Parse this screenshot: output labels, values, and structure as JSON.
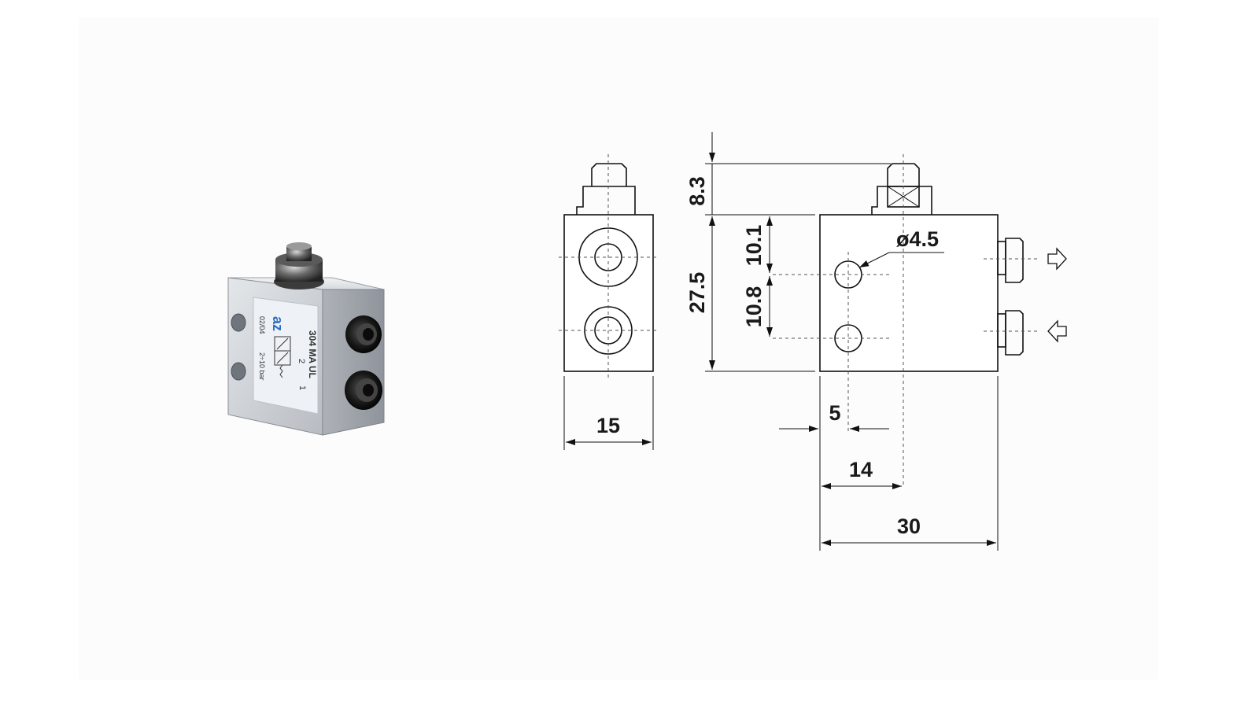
{
  "product": {
    "logo": "az",
    "model": "304 MA UL",
    "date_code": "02/04",
    "pressure": "2÷10 bar",
    "port_2": "2",
    "port_1": "1"
  },
  "dimensions": {
    "stem_height": "8.3",
    "body_height": "27.5",
    "upper_hole_offset": "10.1",
    "hole_spacing": "10.8",
    "hole_diameter": "ø4.5",
    "body_depth": "15",
    "hole_edge_offset": "5",
    "stem_offset": "14",
    "body_width": "30"
  },
  "colors": {
    "line": "#111111",
    "body_metal": "#c9ccd1",
    "label_bg": "#eef2f6",
    "fitting": "#1b1b1b"
  }
}
